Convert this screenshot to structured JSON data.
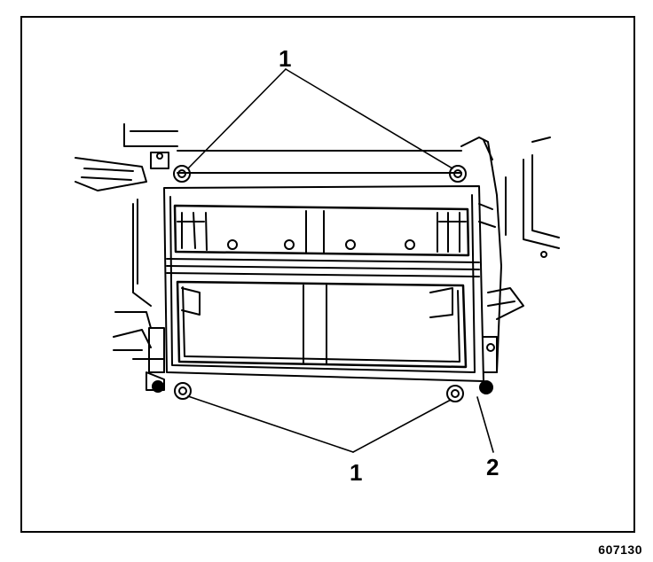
{
  "callouts": {
    "top": "1",
    "bottom": "1",
    "right": "2"
  },
  "figure_id": "607130",
  "colors": {
    "ink": "#000000",
    "paper": "#ffffff"
  }
}
